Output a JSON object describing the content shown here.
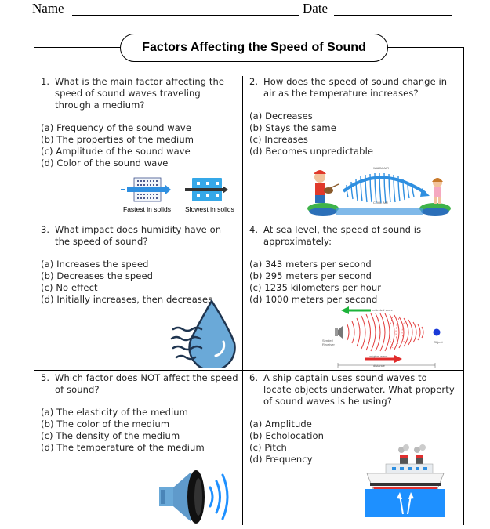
{
  "header": {
    "name_label": "Name",
    "date_label": "Date"
  },
  "title": "Factors Affecting the Speed of Sound",
  "questions": [
    {
      "num": "1.",
      "stem": "What is the main factor affecting the speed of sound waves traveling through a medium?",
      "options": [
        "(a) Frequency of the sound wave",
        "(b) The properties of the medium",
        "(c) Amplitude of the sound wave",
        "(d) Color of the sound wave"
      ]
    },
    {
      "num": "2.",
      "stem": "How does the speed of sound change in air as the temperature increases?",
      "options": [
        "(a) Decreases",
        "(b) Stays the same",
        "(c) Increases",
        "(d) Becomes unpredictable"
      ]
    },
    {
      "num": "3.",
      "stem": "What impact does humidity have on the speed of sound?",
      "options": [
        "(a) Increases the speed",
        "(b) Decreases the speed",
        "(c) No effect",
        "(d) Initially increases, then decreases"
      ]
    },
    {
      "num": "4.",
      "stem": "At sea level, the speed of sound is approximately:",
      "options": [
        "(a) 343 meters per second",
        "(b) 295 meters per second",
        "(c) 1235 kilometers per hour",
        "(d) 1000 meters per second"
      ]
    },
    {
      "num": "5.",
      "stem": "Which factor does NOT affect the speed of sound?",
      "options": [
        "(a) The elasticity of the medium",
        "(b) The color of the medium",
        "(c) The density of the medium",
        "(d) The temperature of the medium"
      ]
    },
    {
      "num": "6.",
      "stem": "A ship captain uses sound waves to locate objects underwater. What property of sound waves is he using?",
      "options": [
        "(a) Amplitude",
        "(b) Echolocation",
        "(c) Pitch",
        "(d) Frequency"
      ]
    }
  ],
  "captions": {
    "solids_fast": "Fastest in solids",
    "solids_slow": "Slowest in solids"
  },
  "diagram_labels": {
    "warm_air": "WARM AIR",
    "cool_air": "COOL AIR",
    "reflected": "reflected wave",
    "original": "original wave",
    "distance": "distance",
    "sender": "Sender/ Receiver",
    "object": "Object"
  },
  "colors": {
    "accent_blue": "#2f8fe0",
    "drop_blue": "#6aa9d8",
    "arrow_red": "#e02b2b",
    "arrow_green": "#1db33a",
    "wave_red": "#e23b3b"
  }
}
